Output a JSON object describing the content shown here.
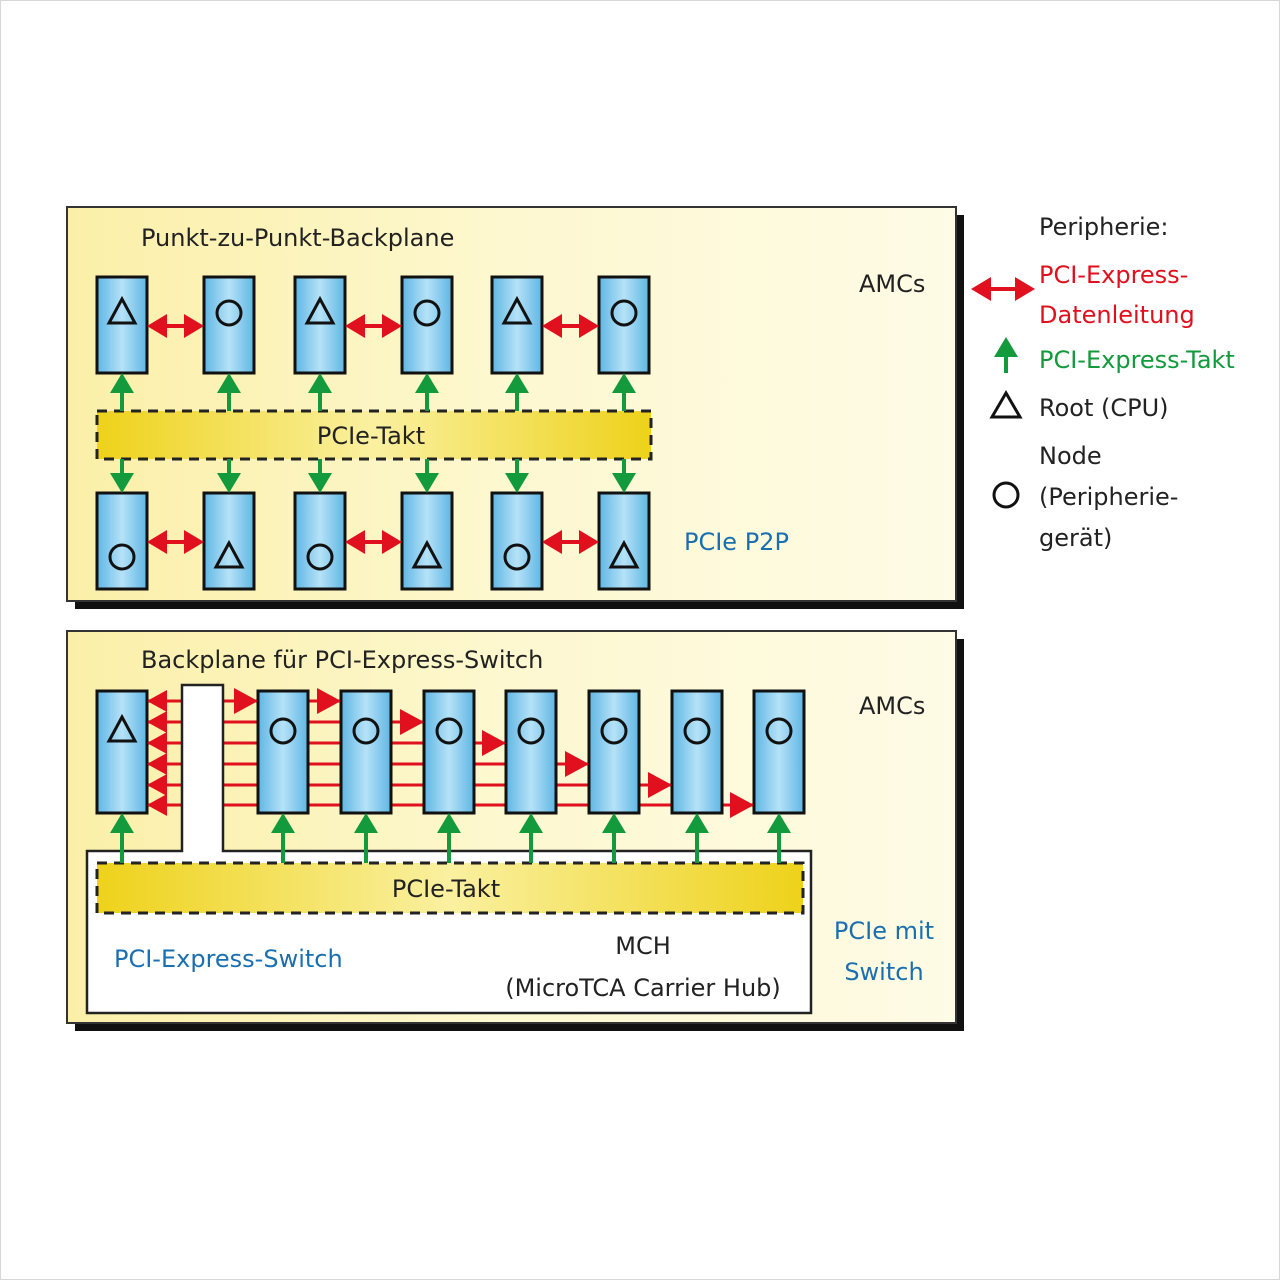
{
  "top_panel": {
    "title": "Punkt-zu-Punkt-Backplane",
    "amcs_label": "AMCs",
    "clock_label": "PCIe-Takt",
    "caption": "PCIe P2P",
    "top_row": [
      "root",
      "node",
      "root",
      "node",
      "root",
      "node"
    ],
    "bottom_row": [
      "node",
      "root",
      "node",
      "root",
      "node",
      "root"
    ]
  },
  "bottom_panel": {
    "title": "Backplane für PCI-Express-Switch",
    "amcs_label": "AMCs",
    "clock_label": "PCIe-Takt",
    "switch_label": "PCI-Express-Switch",
    "mch_label": "MCH",
    "mch_full": "(MicroTCA Carrier Hub)",
    "caption_line1": "PCIe mit",
    "caption_line2": "Switch",
    "cards": [
      "root",
      "node",
      "node",
      "node",
      "node",
      "node",
      "node",
      "node"
    ]
  },
  "legend": {
    "title": "Peripherie:",
    "data_line_1": "PCI-Express-",
    "data_line_2": "Datenleitung",
    "clock": "PCI-Express-Takt",
    "root": "Root (CPU)",
    "node_1": "Node",
    "node_2": "(Peripherie-",
    "node_3": "gerät)"
  },
  "colors": {
    "panel": "#fdf6c4",
    "card": "#8fd0f0",
    "data": "#e0101e",
    "clock": "#129a3c",
    "blue_text": "#1a6fb0",
    "bar": "#f0d830"
  }
}
